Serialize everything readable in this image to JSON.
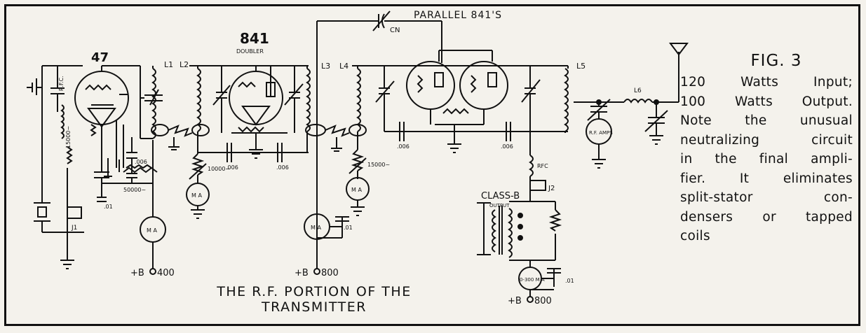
{
  "figure": {
    "label": "FIG. 3",
    "caption_lines": [
      "120 Watts Input;",
      "100 Watts Output.",
      "Note the unusual",
      "neutralizing circuit",
      "in the final ampli-",
      "fier. It eliminates",
      "split-stator con-",
      "densers or tapped",
      "coils"
    ],
    "title_lines": [
      "THE R.F. PORTION OF THE",
      "TRANSMITTER"
    ]
  },
  "schematic": {
    "tubes": {
      "osc": "47",
      "doubler": "841",
      "doubler_sub": "DOUBLER",
      "final": "PARALLEL 841'S"
    },
    "coils": [
      "L1",
      "L2",
      "L3",
      "L4",
      "L5",
      "L6"
    ],
    "neutralizing_cap": "CN",
    "caps": [
      ".006",
      ".01",
      ".006",
      ".006",
      ".006",
      ".01",
      ".006",
      ".01"
    ],
    "resistors": [
      "15000~",
      "50000~",
      "10000~",
      "15000~"
    ],
    "rfc": [
      "R.F.C.",
      "RFC"
    ],
    "jacks": [
      "J1",
      "J2"
    ],
    "meters": [
      "M A",
      "M A",
      "M A",
      "M A",
      "0-300 M A",
      "R.F. AMPS"
    ],
    "class_b": "CLASS-B",
    "class_b_sub": "OUTPUT",
    "supplies": [
      {
        "label": "+B",
        "value": "400"
      },
      {
        "label": "+B",
        "value": "800"
      },
      {
        "label": "+B",
        "value": "800"
      }
    ]
  }
}
